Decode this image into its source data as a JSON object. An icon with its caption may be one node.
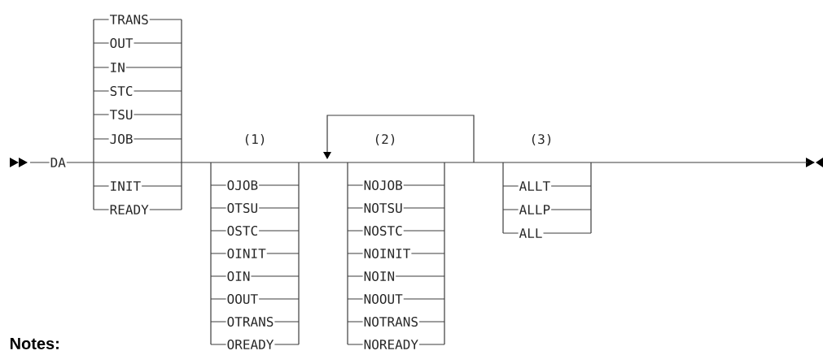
{
  "diagram": {
    "labels": [
      "DA",
      "TRANS",
      "OUT",
      "IN",
      "STC",
      "TSU",
      "JOB",
      "INIT",
      "READY",
      "(1)",
      "OJOB",
      "OTSU",
      "OSTC",
      "OINIT",
      "OIN",
      "OOUT",
      "OTRANS",
      "OREADY",
      "(2)",
      "NOJOB",
      "NOTSU",
      "NOSTC",
      "NOINIT",
      "NOIN",
      "NOOUT",
      "NOTRANS",
      "NOREADY",
      "(3)",
      "ALLT",
      "ALLP",
      "ALL",
      "Notes:"
    ]
  }
}
